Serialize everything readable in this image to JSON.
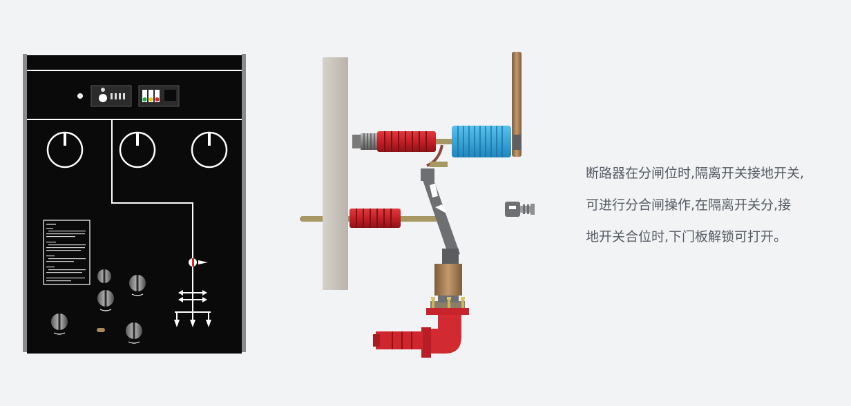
{
  "description": {
    "lines": [
      "断路器在分闸位时,隔离开关接地开关,",
      "可进行分合闸操作,在隔离开关分,接",
      "地开关合位时,下门板解锁可打开。"
    ]
  },
  "colors": {
    "background": "#f2f3f5",
    "panel": "#0a0a0a",
    "panel_edge": "#8a8a8a",
    "wall": "#c7c2bb",
    "insulator_red": "#c8242b",
    "bellows_blue": "#3aa9d8",
    "bronze": "#a07a52",
    "arm_gray": "#6d6f73",
    "text": "#555b63",
    "led_green": "#1ea84a",
    "led_yellow": "#e6c619",
    "led_red": "#d8262b"
  },
  "icons": [
    "indicator-led-icon",
    "dial-icon",
    "key-icon",
    "arrow-icon"
  ]
}
